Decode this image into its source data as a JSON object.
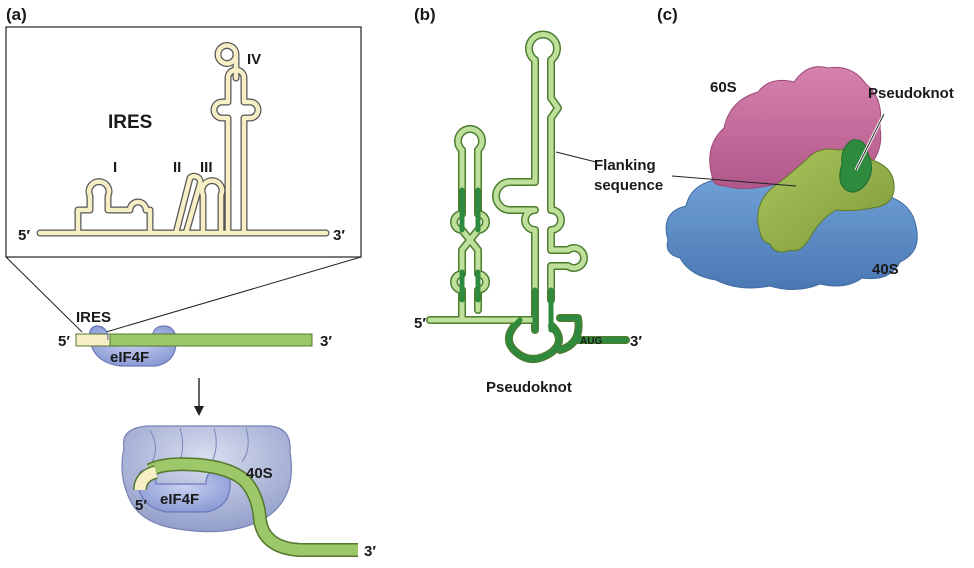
{
  "panels": {
    "a": "(a)",
    "b": "(b)",
    "c": "(c)"
  },
  "panel_a": {
    "ires_title": "IRES",
    "domain_labels": [
      "I",
      "II",
      "III",
      "IV"
    ],
    "five_prime": "5′",
    "three_prime": "3′",
    "ires_small": "IRES",
    "factor": "eIF4F",
    "subunit": "40S",
    "bottom_five": "5′",
    "bottom_factor": "eIF4F",
    "bottom_three": "3′"
  },
  "panel_b": {
    "five_prime": "5′",
    "three_prime": "3′",
    "aug": "AUG",
    "flanking": [
      "Flanking",
      "sequence"
    ],
    "pseudoknot": "Pseudoknot"
  },
  "panel_c": {
    "large": "60S",
    "small": "40S",
    "pseudoknot": "Pseudoknot"
  },
  "colors": {
    "rna_yellow": "#f6efc5",
    "rna_green": "#9cc86a",
    "dark_green": "#2e8b3e",
    "protein_blue": "#9aa8dc",
    "ribo_pink": "#c8709a",
    "ribo_blue": "#5f8fc8",
    "ribo_green": "#93ad48"
  }
}
